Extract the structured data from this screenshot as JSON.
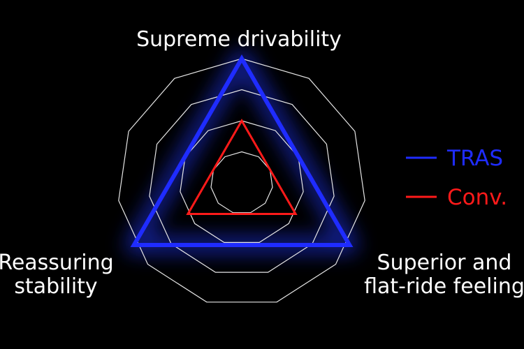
{
  "chart_data": {
    "type": "radar",
    "axes": [
      [
        "Supreme drivability"
      ],
      [
        "Superior and",
        "flat-ride feeling"
      ],
      [
        "Reassuring",
        "stability"
      ]
    ],
    "grid_levels": 4,
    "range": [
      0,
      4
    ],
    "series": [
      {
        "name": "TRAS",
        "color": "#1f2cff",
        "values": [
          4,
          4,
          4
        ]
      },
      {
        "name": "Conv.",
        "color": "#ff1a1a",
        "values": [
          2,
          2,
          2
        ]
      }
    ],
    "grid": true,
    "legend_position": "right",
    "background": "#000000"
  }
}
